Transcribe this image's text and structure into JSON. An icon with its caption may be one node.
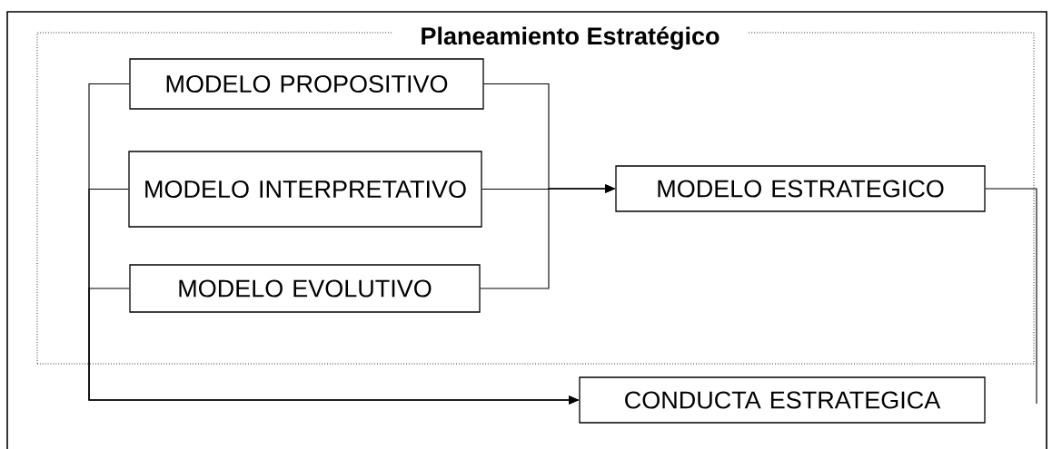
{
  "diagram": {
    "nodes": [
      {
        "text": [
          "Planeamiento Estratégico"
        ]
      },
      {
        "text": [
          "MODELO PROPOSITIVO"
        ],
        "in": 0
      },
      {
        "text": [
          "MODELO INTERPRETATIVO"
        ],
        "in": 0
      },
      {
        "text": [
          "MODELO EVOLUTIVO"
        ],
        "in": 0
      },
      {
        "text": [
          "MODELO ESTRATEGICO"
        ],
        "in": 0
      },
      {
        "text": [
          "CONDUCTA ESTRATEGICA"
        ]
      }
    ],
    "edges": [
      {
        "from": 1,
        "to": 4,
        "arrow": "to"
      },
      {
        "from": 2,
        "to": 4,
        "arrow": "to"
      },
      {
        "from": 3,
        "to": 4,
        "arrow": "to"
      },
      {
        "from": 1,
        "to": 5,
        "arrow": "to"
      },
      {
        "from": 2,
        "to": 5,
        "arrow": "to"
      },
      {
        "from": 3,
        "to": 5,
        "arrow": "to"
      },
      {
        "from": 4,
        "to": null,
        "arrow": "none"
      }
    ]
  }
}
